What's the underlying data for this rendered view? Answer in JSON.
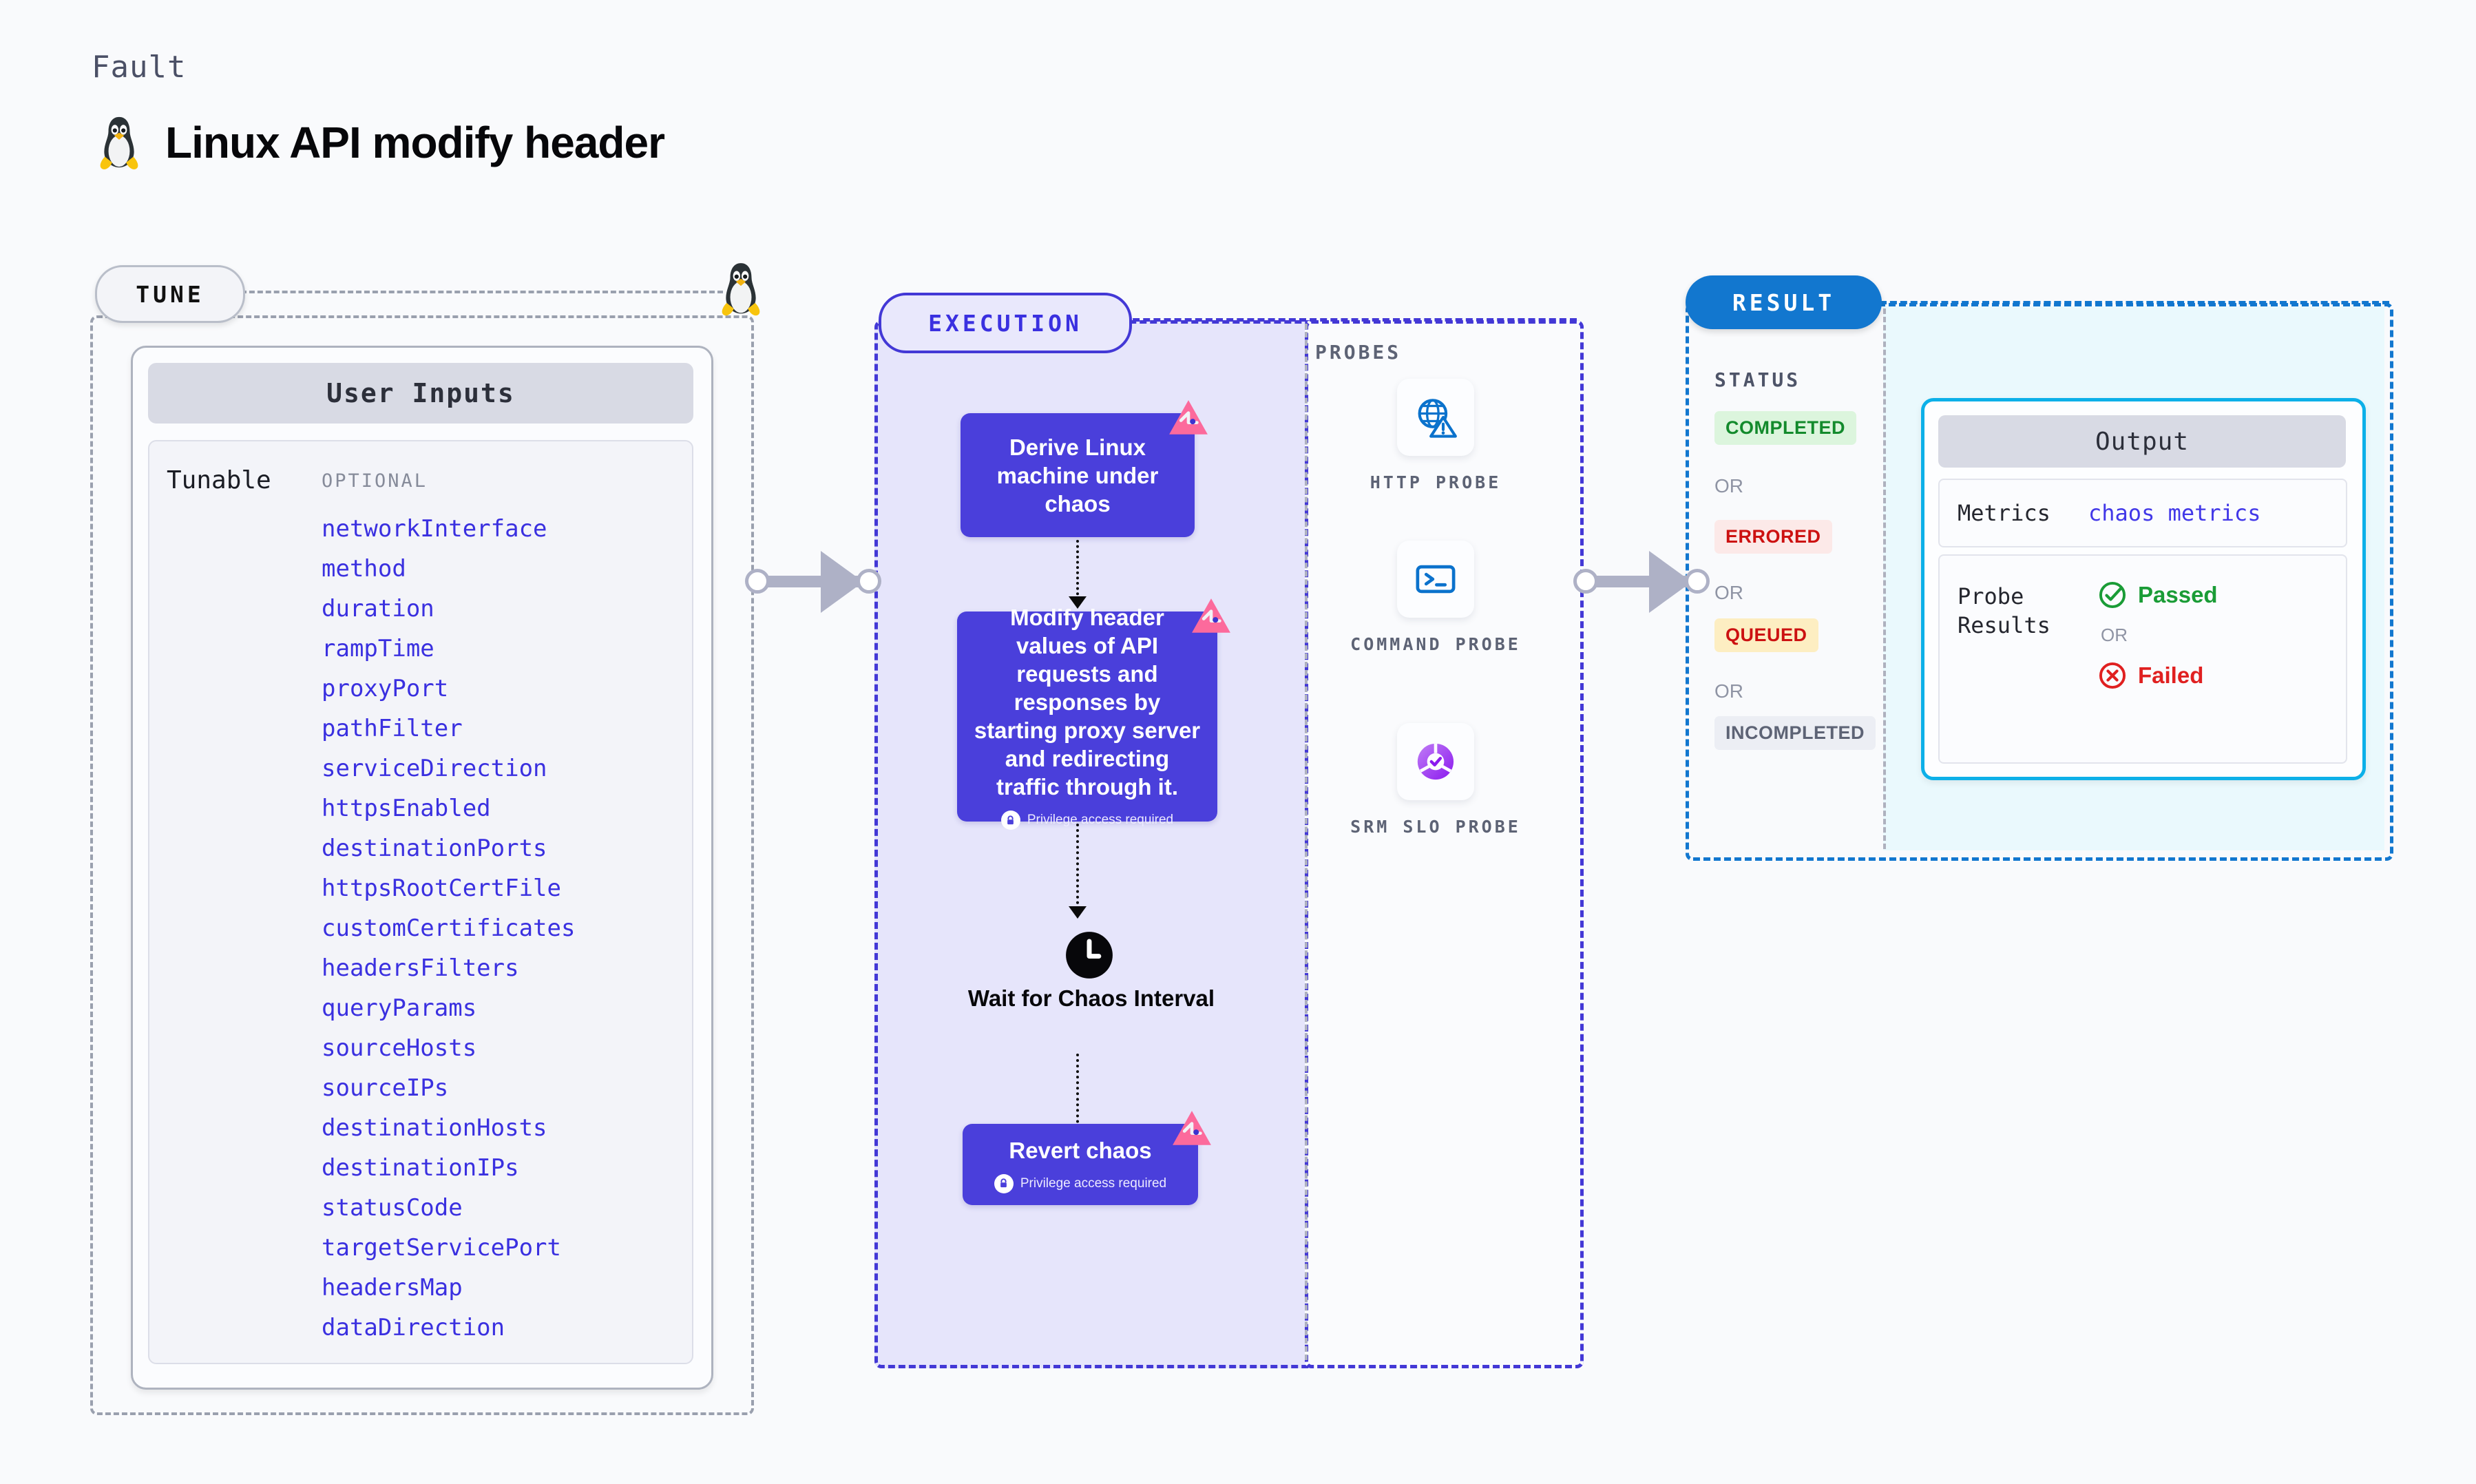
{
  "header": {
    "eyebrow": "Fault",
    "title": "Linux API modify header",
    "os_icon": "linux-penguin-icon"
  },
  "tune": {
    "pill_label": "TUNE",
    "os_icon": "linux-penguin-icon",
    "card_header": "User Inputs",
    "group_label": "Tunable",
    "optional_label": "OPTIONAL",
    "params": [
      "networkInterface",
      "method",
      "duration",
      "rampTime",
      "proxyPort",
      "pathFilter",
      "serviceDirection",
      "httpsEnabled",
      "destinationPorts",
      "httpsRootCertFile",
      "customCertificates",
      "headersFilters",
      "queryParams",
      "sourceHosts",
      "sourceIPs",
      "destinationHosts",
      "destinationIPs",
      "statusCode",
      "targetServicePort",
      "headersMap",
      "dataDirection"
    ]
  },
  "execution": {
    "pill_label": "EXECUTION",
    "nodes": [
      {
        "text": "Derive Linux machine under chaos",
        "privilege": null,
        "chaos_badge": true
      },
      {
        "text": "Modify header values of API requests and responses by starting proxy server and redirecting traffic through it.",
        "privilege": "Privilege access required",
        "chaos_badge": true
      },
      {
        "text": "Revert chaos",
        "privilege": "Privilege access required",
        "chaos_badge": true
      }
    ],
    "wait_node": {
      "label": "Wait for Chaos Interval",
      "icon": "clock-icon"
    }
  },
  "probes": {
    "section_label": "PROBES",
    "items": [
      {
        "label": "HTTP PROBE",
        "icon": "globe-warning-icon"
      },
      {
        "label": "COMMAND PROBE",
        "icon": "terminal-icon"
      },
      {
        "label": "SRM SLO PROBE",
        "icon": "slo-donut-check-icon"
      }
    ]
  },
  "result": {
    "pill_label": "RESULT",
    "status_label": "STATUS",
    "or_label": "OR",
    "statuses": [
      {
        "label": "COMPLETED",
        "color": "#138a2c",
        "bg": "#dcf5dd"
      },
      {
        "label": "ERRORED",
        "color": "#cc1111",
        "bg": "#fce9e8"
      },
      {
        "label": "QUEUED",
        "color": "#cc1111",
        "bg": "#fdeec2"
      },
      {
        "label": "INCOMPLETED",
        "color": "#5d6375",
        "bg": "#eceef4"
      }
    ],
    "output": {
      "header": "Output",
      "metrics_key": "Metrics",
      "metrics_value": "chaos metrics",
      "probe_key_line1": "Probe",
      "probe_key_line2": "Results",
      "passed_label": "Passed",
      "failed_label": "Failed",
      "or_label": "OR"
    }
  },
  "colors": {
    "accent_indigo": "#4a3fdb",
    "accent_blue": "#1277cf",
    "accent_cyan": "#0cb0e8",
    "param_text": "#3a30e0",
    "chaos_pink": "#fc6a9c"
  }
}
